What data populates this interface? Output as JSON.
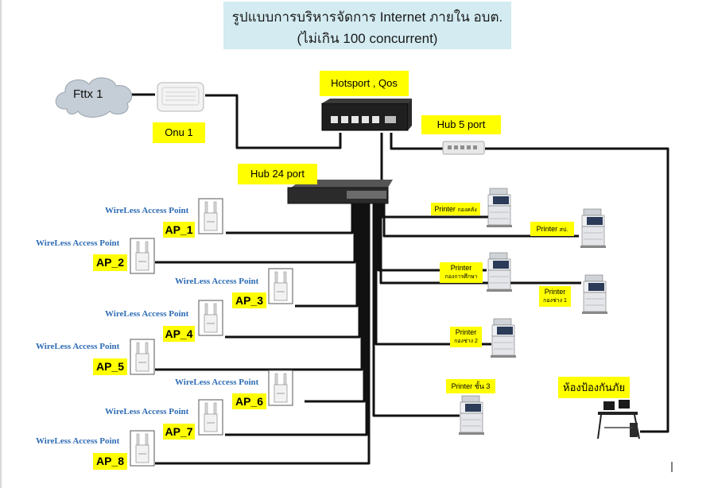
{
  "title": {
    "line1": "รูปแบบการบริหารจัดการ Internet ภายใน อบต.",
    "line2": "(ไม่เกิน 100 concurrent)"
  },
  "internet": {
    "label": "Fttx 1"
  },
  "onu": {
    "label": "Onu 1"
  },
  "router": {
    "label": "Hotsport , Qos"
  },
  "hub5": {
    "label": "Hub  5  port"
  },
  "hub24": {
    "label": "Hub  24 port"
  },
  "wireless_text": "WireLess Access Point",
  "access_points": [
    {
      "label": "AP_1"
    },
    {
      "label": "AP_2"
    },
    {
      "label": "AP_3"
    },
    {
      "label": "AP_4"
    },
    {
      "label": "AP_5"
    },
    {
      "label": "AP_6"
    },
    {
      "label": "AP_7"
    },
    {
      "label": "AP_8"
    }
  ],
  "printers": [
    {
      "label": "Printer",
      "sub": "กองคลัง"
    },
    {
      "label": "Printer",
      "sub": "สป."
    },
    {
      "label": "Printer",
      "sub": "กองการศึกษา"
    },
    {
      "label": "Printer",
      "sub": "กองช่าง 1"
    },
    {
      "label": "Printer",
      "sub": "กองช่าง 2"
    },
    {
      "label": "Printer ชั้น 3",
      "sub": ""
    }
  ],
  "room": {
    "label": "ห้องป้องกันภัย"
  },
  "colors": {
    "highlight": "#ffff00",
    "title_bg": "#d3ebf1",
    "cable": "#111111",
    "wireless_text": "#2e6cb4"
  }
}
